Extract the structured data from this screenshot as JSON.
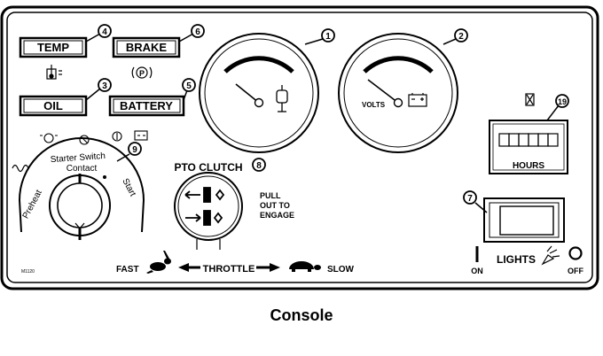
{
  "panel": {
    "indicators": {
      "temp": "TEMP",
      "brake": "BRAKE",
      "oil": "OIL",
      "battery": "BATTERY"
    },
    "callouts": [
      "1",
      "2",
      "3",
      "4",
      "5",
      "6",
      "7",
      "8",
      "9",
      "19"
    ],
    "gauges": {
      "voltmeter_label": "VOLTS"
    },
    "hourmeter": {
      "label": "HOURS",
      "digit_count": 6
    },
    "starter_switch": {
      "title_line1": "Starter Switch",
      "title_line2": "Contact",
      "preheat": "Preheat",
      "start": "Start"
    },
    "pto_clutch": {
      "title": "PTO CLUTCH",
      "instruction_line1": "PULL",
      "instruction_line2": "OUT TO",
      "instruction_line3": "ENGAGE"
    },
    "throttle": {
      "fast": "FAST",
      "label": "THROTTLE",
      "slow": "SLOW"
    },
    "lights": {
      "on": "ON",
      "label": "LIGHTS",
      "off": "OFF"
    },
    "reference_code": "M1120"
  },
  "caption": "Console"
}
